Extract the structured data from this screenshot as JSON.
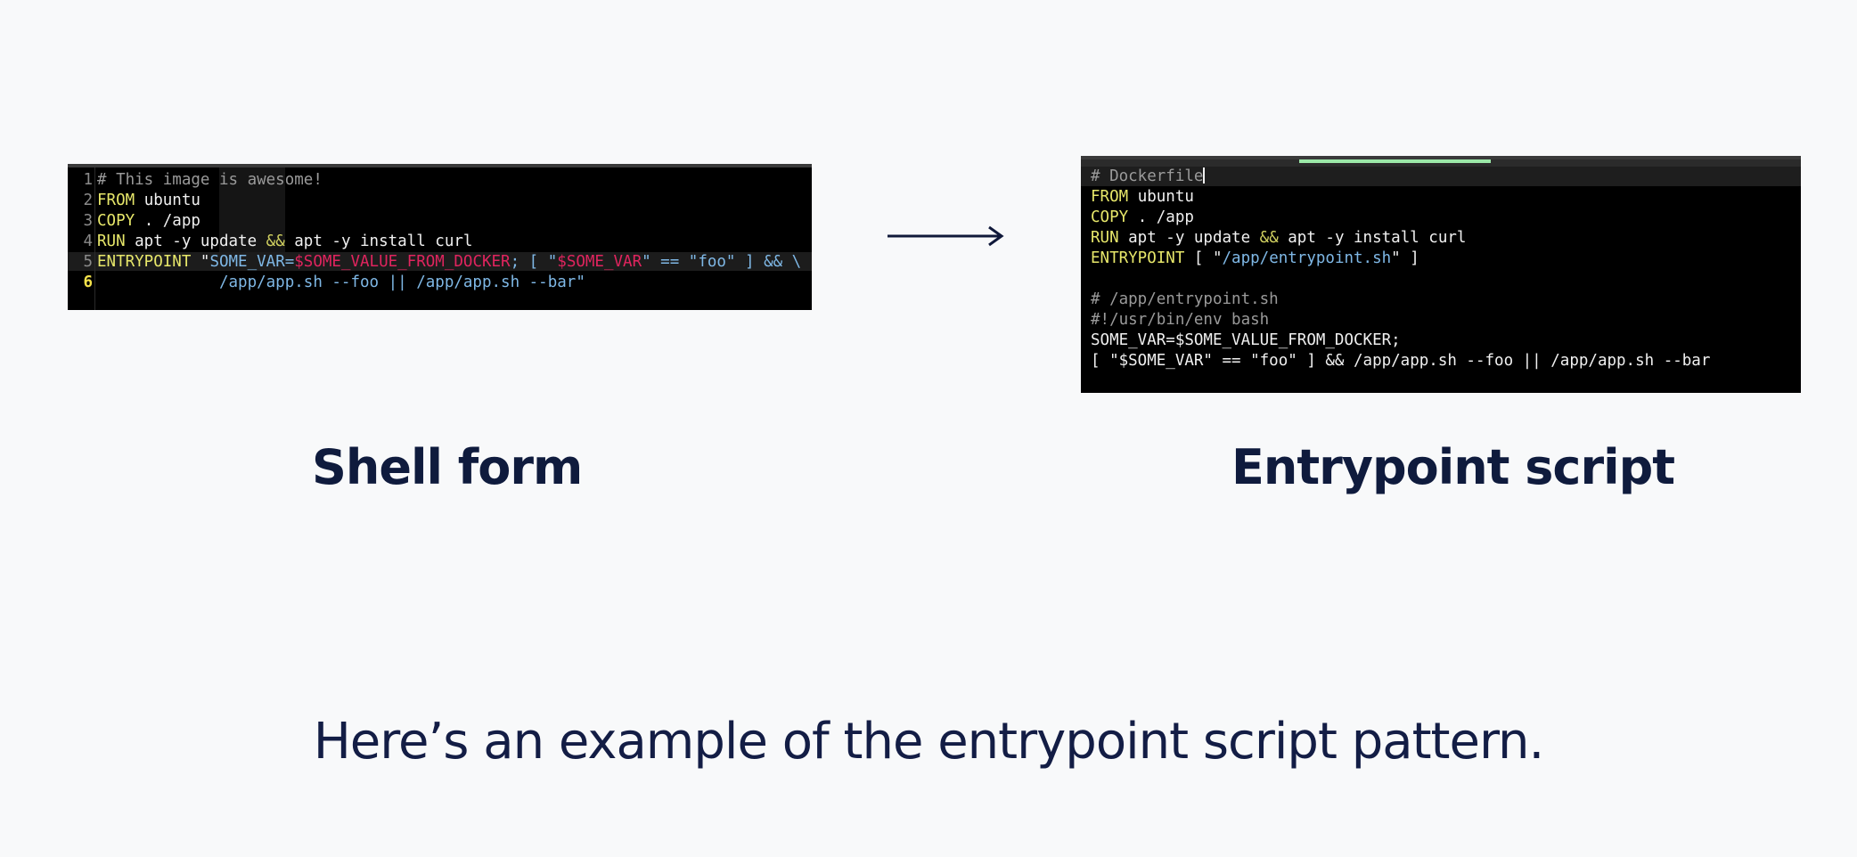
{
  "shell_form": {
    "caption": "Shell form",
    "line_numbers": [
      "1",
      "2",
      "3",
      "4",
      "5",
      "6"
    ],
    "lines": [
      [
        {
          "t": "# This image is awesome!",
          "c": "c-comment"
        }
      ],
      [
        {
          "t": "FROM",
          "c": "c-kw"
        },
        {
          "t": " ubuntu",
          "c": "c-plain"
        }
      ],
      [
        {
          "t": "COPY",
          "c": "c-kw"
        },
        {
          "t": " . /app",
          "c": "c-plain"
        }
      ],
      [
        {
          "t": "RUN",
          "c": "c-kw"
        },
        {
          "t": " apt -y update ",
          "c": "c-plain"
        },
        {
          "t": "&&",
          "c": "c-op"
        },
        {
          "t": " apt -y install curl",
          "c": "c-plain"
        }
      ],
      [
        {
          "t": "ENTRYPOINT",
          "c": "c-kw"
        },
        {
          "t": " \"",
          "c": "c-plain"
        },
        {
          "t": "SOME_VAR=",
          "c": "c-str"
        },
        {
          "t": "$SOME_VALUE_FROM_DOCKER",
          "c": "c-var"
        },
        {
          "t": "; [ \"",
          "c": "c-str"
        },
        {
          "t": "$SOME_VAR",
          "c": "c-var"
        },
        {
          "t": "\" == \"foo\" ] && \\",
          "c": "c-str"
        }
      ],
      [
        {
          "t": "             /app/app.sh --foo || /app/app.sh --bar\"",
          "c": "c-str"
        }
      ]
    ]
  },
  "entrypoint_script": {
    "caption": "Entrypoint script",
    "lines": [
      [
        {
          "t": "# Dockerfile",
          "c": "c-comment"
        }
      ],
      [
        {
          "t": "FROM",
          "c": "c-kw"
        },
        {
          "t": " ubuntu",
          "c": "c-plain"
        }
      ],
      [
        {
          "t": "COPY",
          "c": "c-kw"
        },
        {
          "t": " . /app",
          "c": "c-plain"
        }
      ],
      [
        {
          "t": "RUN",
          "c": "c-kw"
        },
        {
          "t": " apt -y update ",
          "c": "c-plain"
        },
        {
          "t": "&&",
          "c": "c-op"
        },
        {
          "t": " apt -y install curl",
          "c": "c-plain"
        }
      ],
      [
        {
          "t": "ENTRYPOINT",
          "c": "c-kw"
        },
        {
          "t": " [ \"",
          "c": "c-plain"
        },
        {
          "t": "/app/entrypoint.sh",
          "c": "c-str"
        },
        {
          "t": "\" ]",
          "c": "c-plain"
        }
      ],
      [
        {
          "t": "",
          "c": "c-plain"
        }
      ],
      [
        {
          "t": "# /app/entrypoint.sh",
          "c": "c-comment"
        }
      ],
      [
        {
          "t": "#!/usr/bin/env bash",
          "c": "c-comment"
        }
      ],
      [
        {
          "t": "SOME_VAR=$SOME_VALUE_FROM_DOCKER;",
          "c": "c-plain"
        }
      ],
      [
        {
          "t": "[ \"$SOME_VAR\" == \"foo\" ] && /app/app.sh --foo || /app/app.sh --bar",
          "c": "c-plain"
        }
      ]
    ]
  },
  "subtitle": "Here’s an example of the entrypoint script pattern.",
  "icons": {
    "arrow": "right-arrow-icon"
  },
  "colors": {
    "background": "#f8f9fa",
    "caption": "#0f1b3d",
    "terminal_bg": "#000000",
    "tab_accent": "#9be8a8"
  }
}
